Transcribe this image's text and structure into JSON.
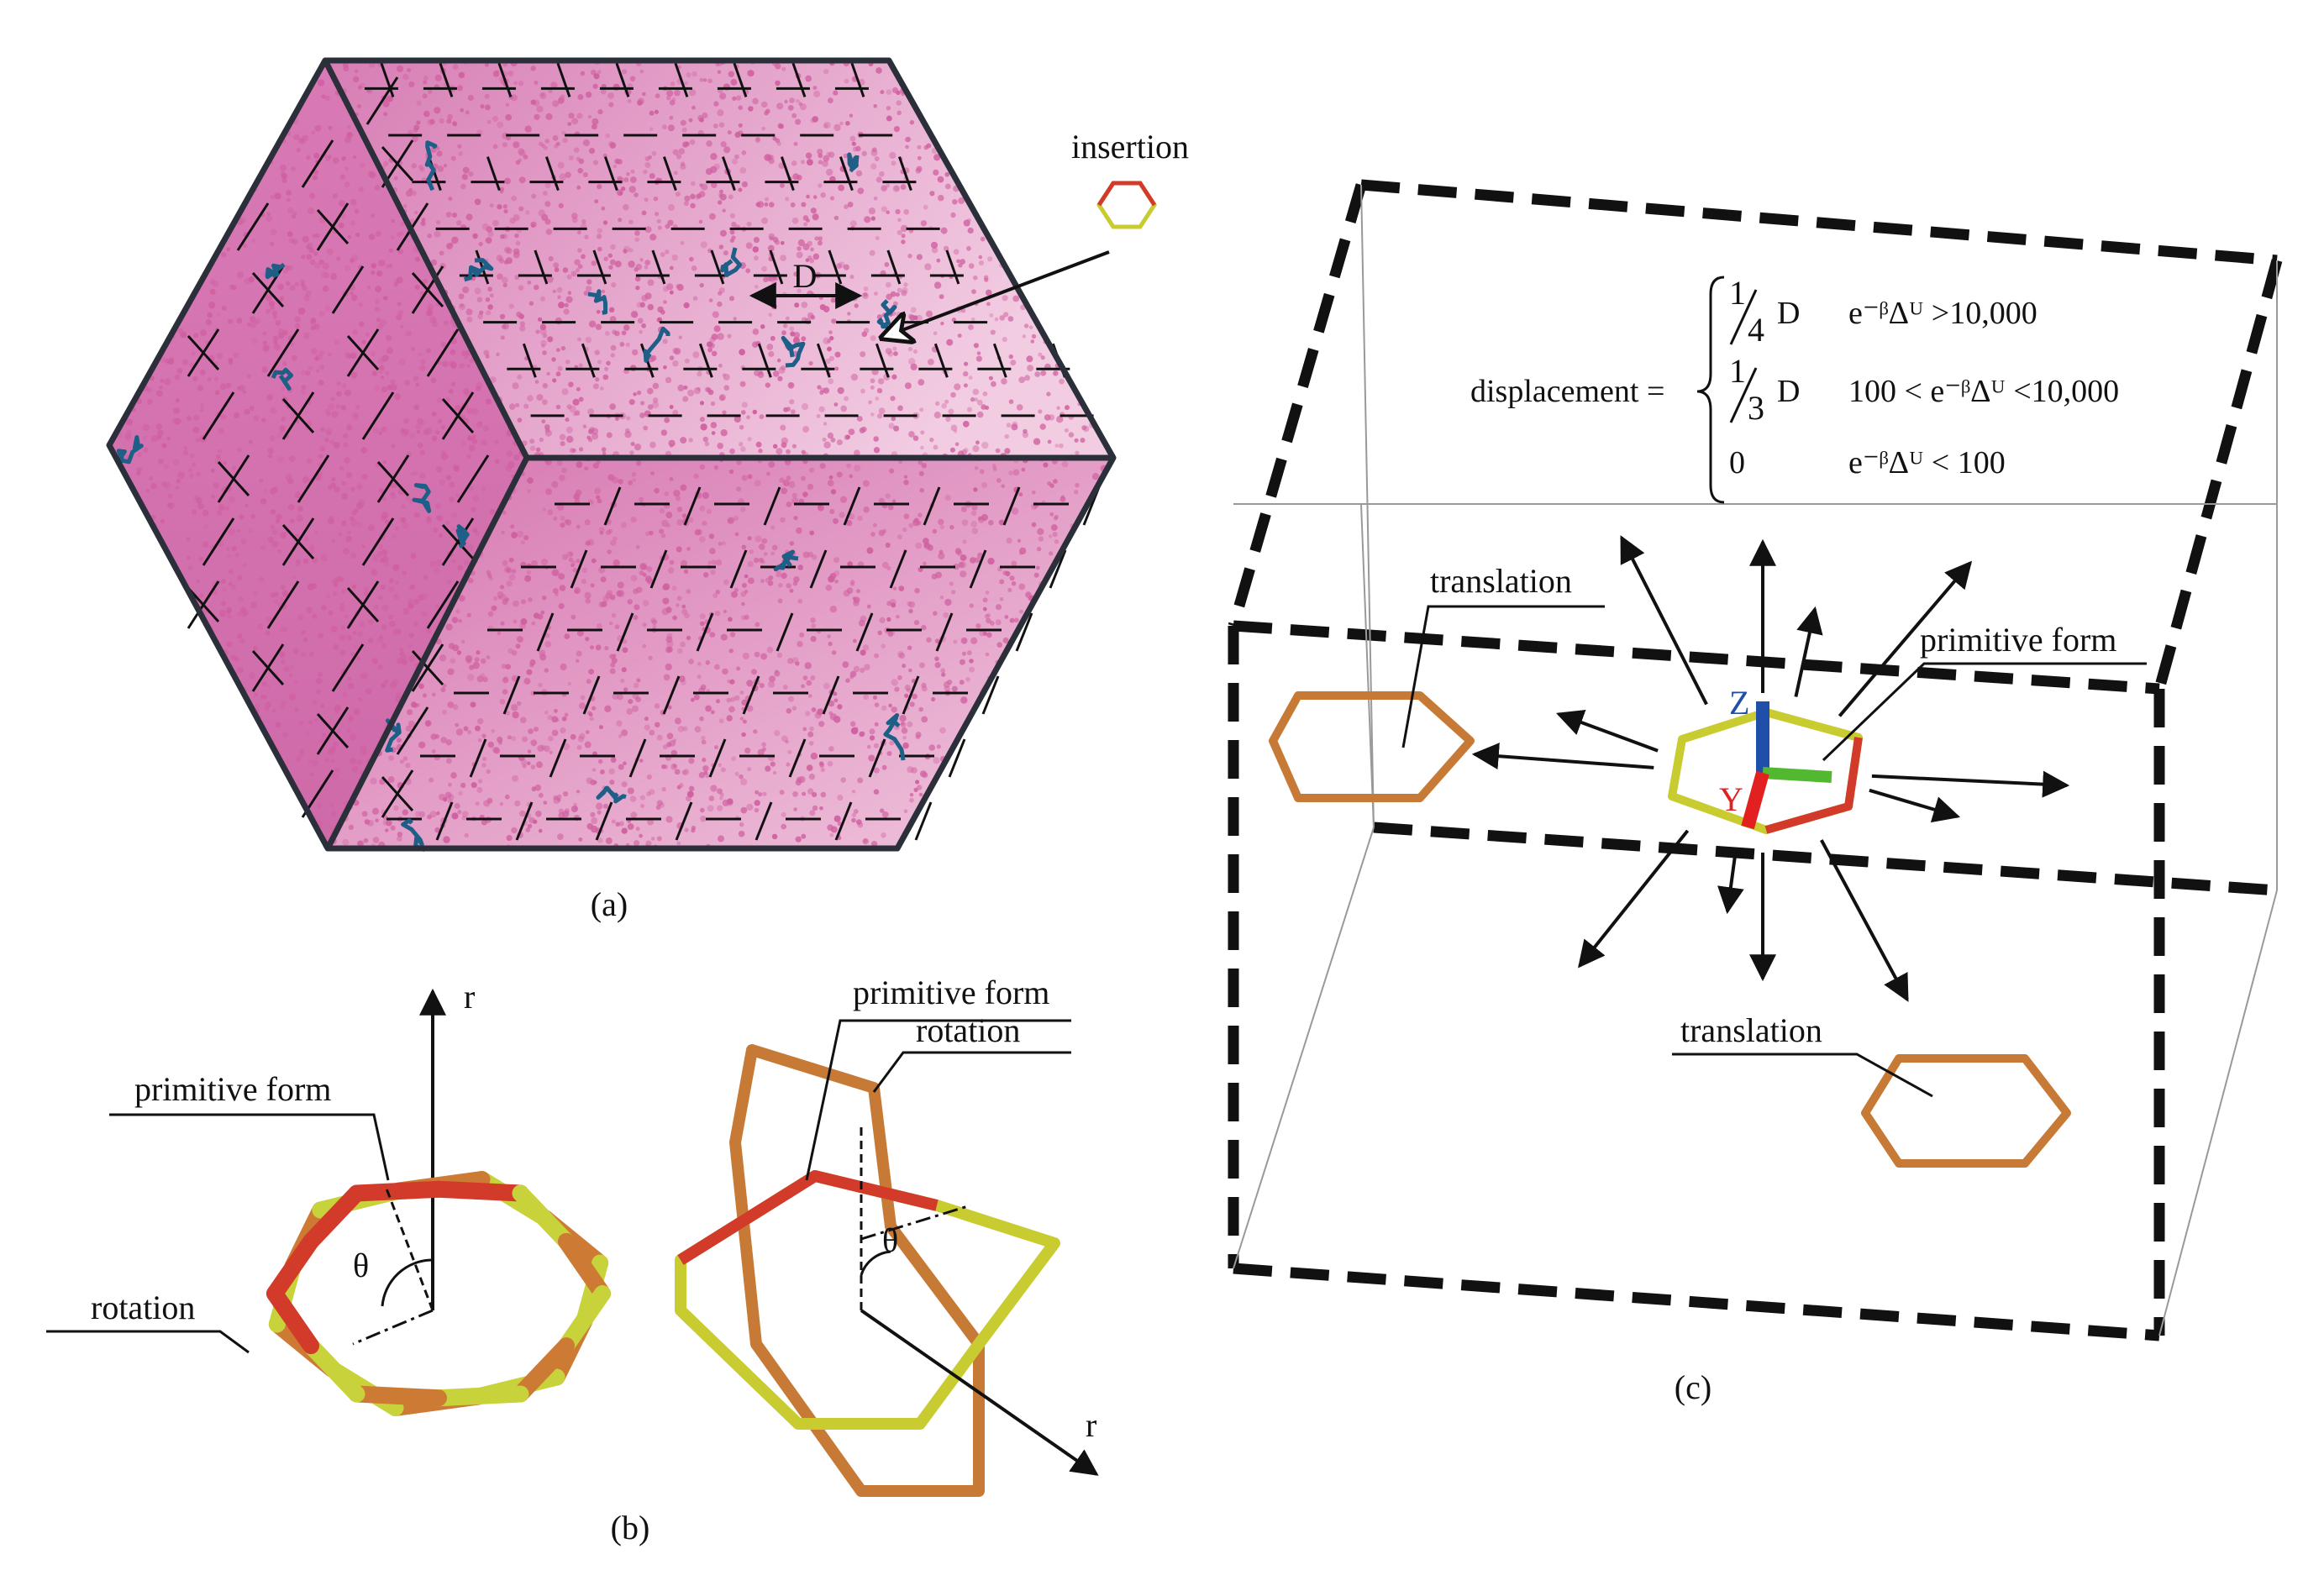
{
  "panels": {
    "a": {
      "caption": "(a)",
      "insertion_label": "insertion",
      "distance_label": "D",
      "particle_color": "#d060a0",
      "cluster_color": "#1d5f86"
    },
    "b": {
      "caption": "(b)",
      "left": {
        "axis_label": "r",
        "primitive_label": "primitive form",
        "rotation_label": "rotation",
        "angle_label": "θ"
      },
      "right": {
        "axis_label": "r",
        "primitive_label": "primitive form",
        "rotation_label": "rotation",
        "angle_label": "θ"
      },
      "colors": {
        "primitive": "#d23a2a",
        "rotation": "#c8d23a",
        "bond": "#cc7a34"
      }
    },
    "c": {
      "caption": "(c)",
      "equation": {
        "lhs": "displacement =",
        "cases": [
          {
            "value_num": "1",
            "value_den": "4",
            "value_unit": "D",
            "condition": "e⁻ᵝΔᵁ >10,000"
          },
          {
            "value_num": "1",
            "value_den": "3",
            "value_unit": "D",
            "condition": "100 < e⁻ᵝΔᵁ <10,000"
          },
          {
            "value": "0",
            "condition": "e⁻ᵝΔᵁ < 100"
          }
        ]
      },
      "translation_label_left": "translation",
      "translation_label_right": "translation",
      "primitive_label": "primitive form",
      "axes": {
        "z": "Z",
        "y": "Y"
      },
      "axis_colors": {
        "z": "#1f4fa8",
        "y": "#e22020",
        "x": "#52b830"
      }
    }
  }
}
